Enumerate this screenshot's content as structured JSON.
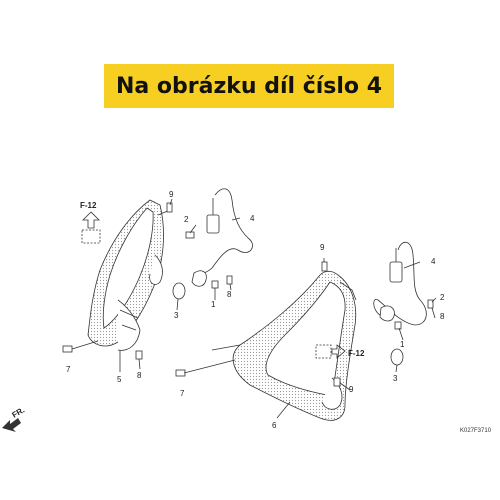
{
  "banner": {
    "text": "Na obrázku díl číslo 4",
    "color": "#f7cf22"
  },
  "diagram": {
    "part_numbers": [
      "1",
      "2",
      "3",
      "4",
      "5",
      "6",
      "7",
      "8",
      "9"
    ],
    "left_labels": {
      "n9": "9",
      "n2": "2",
      "n4": "4",
      "n1": "1",
      "n8": "8",
      "n3": "3",
      "n7": "7",
      "n5": "5",
      "n8b": "8"
    },
    "right_labels": {
      "n9": "9",
      "n4": "4",
      "n2": "2",
      "n1": "1",
      "n8": "8",
      "n3": "3",
      "n7": "7",
      "n9b": "9",
      "n6": "6"
    },
    "ref_left": "F-12",
    "ref_right": "F-12",
    "front_marker": "FR.",
    "drawing_code": "K027F3710",
    "arrow_icon": "front-arrow-icon"
  }
}
